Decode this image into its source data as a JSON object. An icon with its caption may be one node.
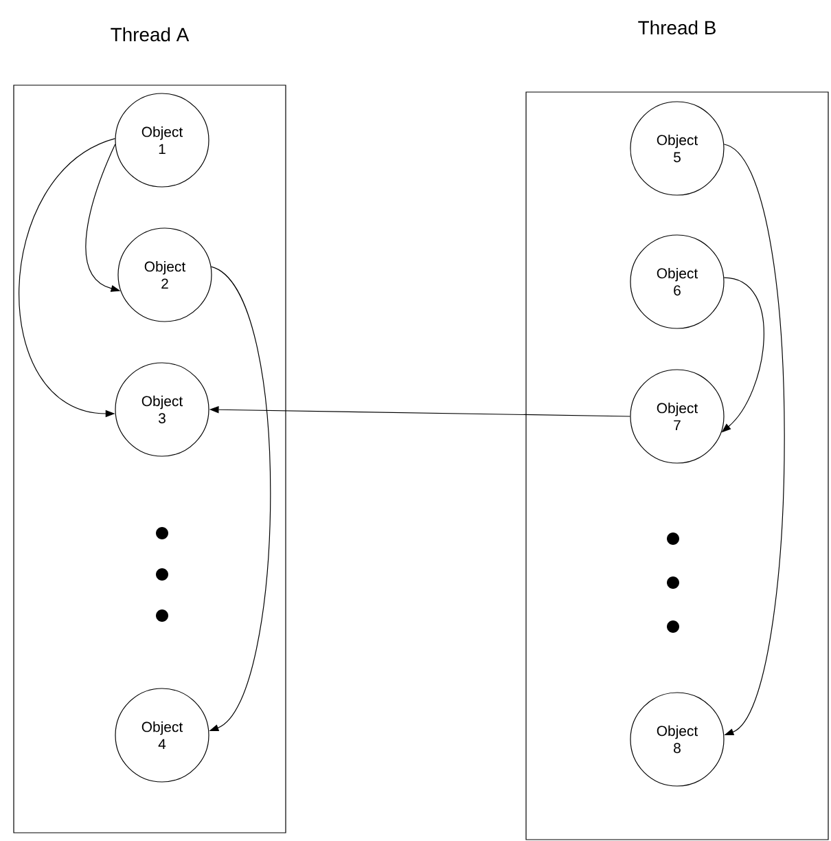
{
  "diagram": {
    "nodes": [
      {
        "text": [
          "Thread A"
        ]
      },
      {
        "text": [
          "Thread B"
        ]
      },
      {
        "text": [
          "Object 1"
        ],
        "in": 0
      },
      {
        "text": [
          "Object 2"
        ],
        "in": 0
      },
      {
        "text": [
          "Object 3"
        ],
        "in": 0
      },
      {
        "text": [
          "Object 4"
        ],
        "in": 0
      },
      {
        "text": [
          "Object 5"
        ],
        "in": 1
      },
      {
        "text": [
          "Object 6"
        ],
        "in": 1
      },
      {
        "text": [
          "Object 7"
        ],
        "in": 1
      },
      {
        "text": [
          "Object 8"
        ],
        "in": 1
      }
    ],
    "edges": [
      {
        "from": 2,
        "to": 3,
        "arrow": "to"
      },
      {
        "from": 2,
        "to": 4,
        "arrow": "to"
      },
      {
        "from": 3,
        "to": 5,
        "arrow": "to"
      },
      {
        "from": 6,
        "to": 9,
        "arrow": "to"
      },
      {
        "from": 7,
        "to": 8,
        "arrow": "to"
      },
      {
        "from": 8,
        "to": 4,
        "arrow": "to"
      }
    ]
  }
}
